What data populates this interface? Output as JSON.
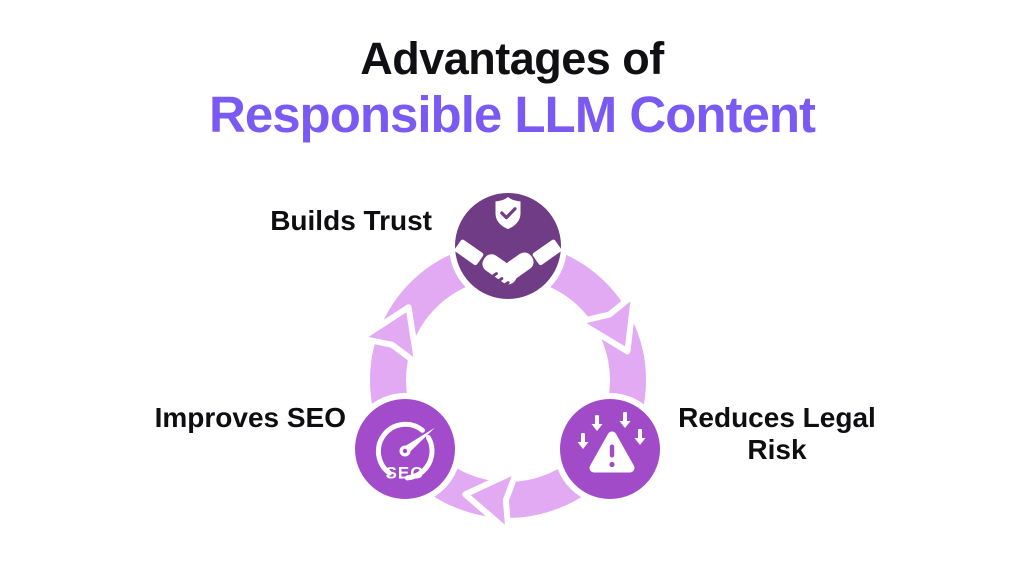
{
  "title": {
    "line1": "Advantages of",
    "line2": "Responsible LLM Content"
  },
  "colors": {
    "title_text": "#101014",
    "title_accent": "#7B5AF3",
    "node_top": "#6F3C85",
    "node_left": "#A24BCB",
    "node_right": "#A14BC8",
    "ring_arrows": "#E2AAF2",
    "label_text": "#0E0E12",
    "background": "#FFFFFF"
  },
  "diagram": {
    "type": "cycle",
    "direction": "clockwise",
    "nodes": [
      {
        "id": "builds-trust",
        "position": "top",
        "label": "Builds Trust",
        "icon": "handshake-with-shield-check-icon"
      },
      {
        "id": "reduces-legal-risk",
        "position": "right",
        "label": "Reduces Legal Risk",
        "icon": "warning-triangle-down-arrows-icon"
      },
      {
        "id": "improves-seo",
        "position": "left",
        "label": "Improves SEO",
        "icon": "seo-speedometer-icon",
        "icon_text": "SEO"
      }
    ],
    "arrows": [
      {
        "from": "builds-trust",
        "to": "reduces-legal-risk",
        "path": "right-side-arc"
      },
      {
        "from": "reduces-legal-risk",
        "to": "improves-seo",
        "path": "bottom-arc"
      },
      {
        "from": "improves-seo",
        "to": "builds-trust",
        "path": "left-side-arc"
      }
    ]
  }
}
